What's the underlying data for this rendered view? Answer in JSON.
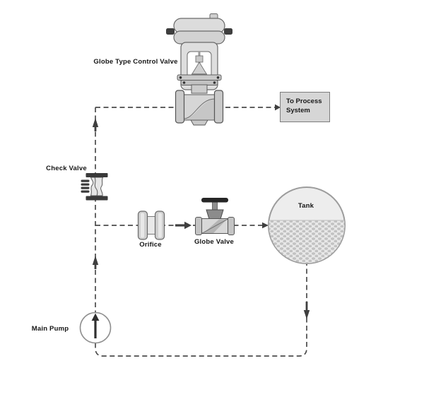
{
  "labels": {
    "control_valve": "Globe Type Control Valve",
    "check_valve": "Check Valve",
    "orifice": "Orifice",
    "globe_valve": "Globe Valve",
    "tank": "Tank",
    "main_pump": "Main Pump",
    "process_box": "To Process System"
  },
  "colors": {
    "pipe_line": "#4b4b4b",
    "component_fill": "#d6d6d6",
    "component_stroke": "#5e5e5e",
    "dark_part": "#3a3a3a",
    "process_box_fill": "#d6d6d6",
    "process_box_border": "#7d7d7d",
    "tank_fill": "#ededed",
    "liquid_dot": "#c2c2c2"
  }
}
